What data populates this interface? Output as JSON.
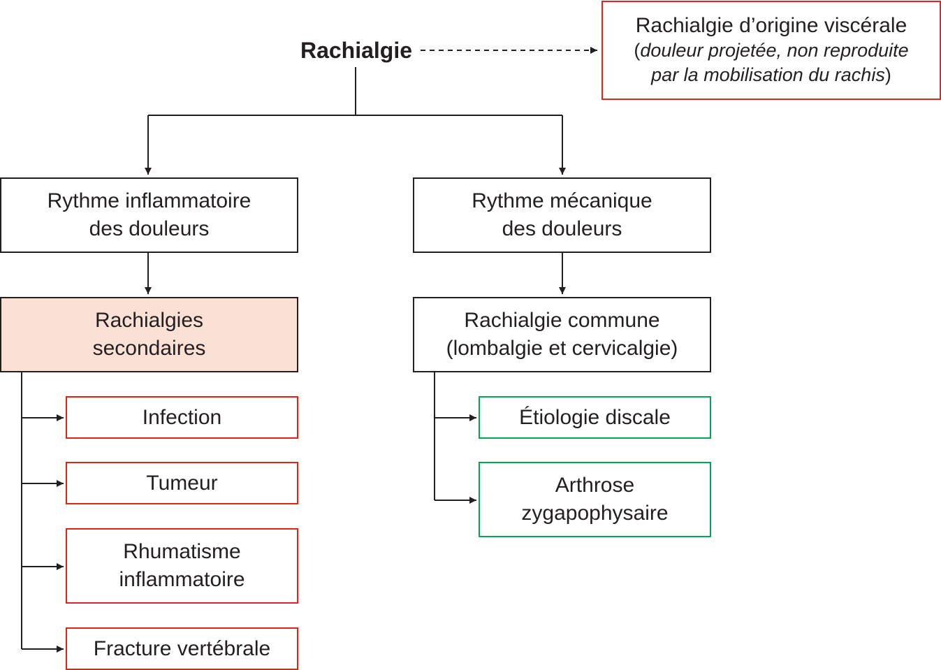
{
  "diagram": {
    "root": "Rachialgie",
    "visceral": {
      "title": "Rachialgie d’origine viscérale",
      "detail_open": "(",
      "detail_italic_1": "douleur projetée, non reproduite",
      "detail_italic_2": "par la mobilisation du rachis",
      "detail_close": ")"
    },
    "inflammatory": {
      "line1": "Rythme inflammatoire",
      "line2": "des douleurs"
    },
    "mechanical": {
      "line1": "Rythme mécanique",
      "line2": "des douleurs"
    },
    "secondary": {
      "line1": "Rachialgies",
      "line2": "secondaires",
      "causes": [
        {
          "line1": "Infection",
          "line2": ""
        },
        {
          "line1": "Tumeur",
          "line2": ""
        },
        {
          "line1": "Rhumatisme",
          "line2": "inflammatoire"
        },
        {
          "line1": "Fracture vertébrale",
          "line2": ""
        }
      ]
    },
    "common": {
      "line1": "Rachialgie commune",
      "line2": "(lombalgie et cervicalgie)",
      "causes": [
        {
          "line1": "Étiologie discale",
          "line2": ""
        },
        {
          "line1": "Arthrose",
          "line2": "zygapophysaire"
        }
      ]
    },
    "colors": {
      "line": "#231f20",
      "red_border": "#e2231a",
      "green_border": "#00a651",
      "secondary_fill": "#fbe0d6"
    }
  }
}
